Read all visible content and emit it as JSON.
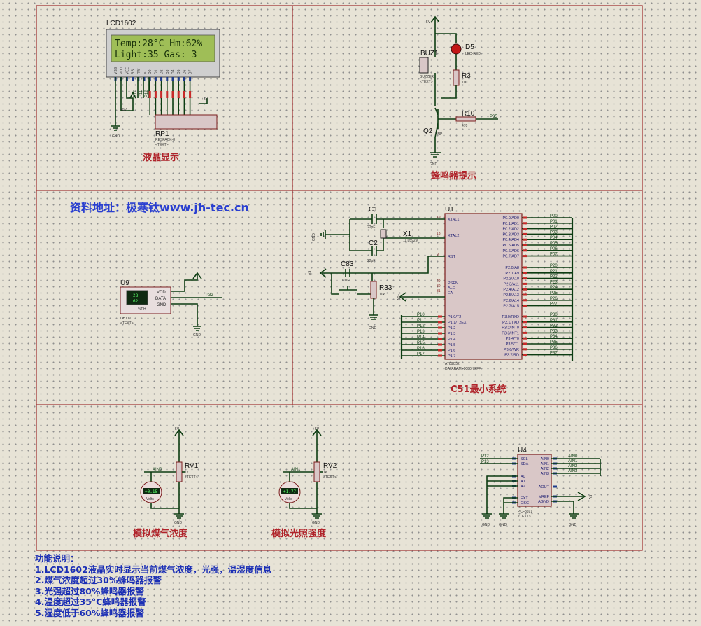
{
  "sections": {
    "lcd": "液晶显示",
    "buzzer": "蜂鸣器提示",
    "mcu": "C51最小系统",
    "gas": "模拟煤气浓度",
    "light": "模拟光照强度"
  },
  "url_text": "资料地址：极寒钛www.jh-tec.cn",
  "lcd": {
    "ref": "LCD1602",
    "line1": "Temp:28°C Hm:62%",
    "line2": "Light:35  Gas: 3",
    "pins": [
      "VSS",
      "VDD",
      "VEE",
      "RS",
      "RW",
      "E",
      "D0",
      "D1",
      "D2",
      "D3",
      "D4",
      "D5",
      "D6",
      "D7"
    ]
  },
  "rp1": {
    "ref": "RP1",
    "value": "RESPACK-8",
    "text": "<TEXT>"
  },
  "lcd_nets": {
    "p10": "P10",
    "p11": "P11",
    "p12": "P12"
  },
  "buzzer": {
    "vcc": "+5V",
    "buz_ref": "BUZ1",
    "buz_val": "BUZZER",
    "buz_text": "<TEXT>",
    "led_ref": "D5",
    "led_val": "LED-RED",
    "r3_ref": "R3",
    "r3_val": "100",
    "r10_ref": "R10",
    "r10_val": "470",
    "q_ref": "Q2",
    "q_val": "PNP",
    "net": "P35",
    "gnd": "GND"
  },
  "dht": {
    "ref": "U9",
    "value": "DHT11",
    "text": "<TEXT>",
    "temp": "28",
    "hum": "62",
    "rh": "%RH",
    "pins": [
      "VDD",
      "DATA",
      "GND"
    ],
    "net": "P32",
    "gnd": "GND"
  },
  "mcu": {
    "ref": "U1",
    "part": "AT89C52",
    "dataram": "DATARAM=0000-7FFF",
    "c1": "C1",
    "c1v": "22pF",
    "c2": "C2",
    "c2v": "22pF",
    "x1": "X1",
    "x1v": "11.0592M",
    "c83": "C83",
    "c83v": "10uF",
    "r33": "R33",
    "r33v": "10k",
    "gnd": "GND",
    "vcc": "+5V",
    "left_pins": [
      "XTAL1",
      "XTAL2",
      "RST",
      "PSEN",
      "ALE",
      "EA"
    ],
    "left_pin_nums": [
      "19",
      "18",
      "9",
      "29",
      "30",
      "31"
    ],
    "p1_pins": [
      "P1.0/T2",
      "P1.1/T2EX",
      "P1.2",
      "P1.3",
      "P1.4",
      "P1.5",
      "P1.6",
      "P1.7"
    ],
    "p1_nets": [
      "P10",
      "P11",
      "P12",
      "P13",
      "P14",
      "P15",
      "P16",
      "P17"
    ],
    "p0_pins": [
      "P0.0/AD0",
      "P0.1/AD1",
      "P0.2/AD2",
      "P0.3/AD3",
      "P0.4/AD4",
      "P0.5/AD5",
      "P0.6/AD6",
      "P0.7/AD7"
    ],
    "p0_nets": [
      "P00",
      "P01",
      "P02",
      "P03",
      "P04",
      "P05",
      "P06",
      "P07"
    ],
    "p2_pins": [
      "P2.0/A8",
      "P2.1/A9",
      "P2.2/A10",
      "P2.3/A11",
      "P2.4/A12",
      "P2.5/A13",
      "P2.6/A14",
      "P2.7/A15"
    ],
    "p2_nets": [
      "P20",
      "P21",
      "P22",
      "P23",
      "P24",
      "P25",
      "P26",
      "P27"
    ],
    "p3_pins": [
      "P3.0/RXD",
      "P3.1/TXD",
      "P3.2/INT0",
      "P3.3/INT1",
      "P3.4/T0",
      "P3.5/T1",
      "P3.6/WR",
      "P3.7/RD"
    ],
    "p3_nets": [
      "P30",
      "P31",
      "P32",
      "P33",
      "P34",
      "P35",
      "P36",
      "P37"
    ]
  },
  "rv1": {
    "ref": "RV1",
    "value": "1k",
    "text": "<TEXT>",
    "net": "AIN0",
    "vcc": "+5V",
    "gnd": "GND",
    "meter": "+0.15",
    "unit": "Volts"
  },
  "rv2": {
    "ref": "RV2",
    "value": "1k",
    "text": "<TEXT>",
    "net": "AIN1",
    "vcc": "+5V",
    "gnd": "GND",
    "meter": "+1.77",
    "unit": "Volts"
  },
  "pcf": {
    "ref": "U4",
    "part": "PCF8591",
    "text": "<TEXT>",
    "left_pins": [
      "SCL",
      "SDA",
      "A0",
      "A1",
      "A2",
      "EXT",
      "OSC"
    ],
    "right_pins": [
      "AIN0",
      "AIN1",
      "AIN2",
      "AIN3",
      "AOUT",
      "VREF",
      "AGND"
    ],
    "nets_left": [
      "P12",
      "P13"
    ],
    "nets_right": [
      "AIN0",
      "AIN1",
      "AIN2",
      "AIN3"
    ],
    "vcc": "+5V",
    "gnd": "GND"
  },
  "notes": {
    "title": "功能说明：",
    "items": [
      "1.LCD1602液晶实时显示当前煤气浓度，光强，温湿度信息",
      "2.煤气浓度超过30%蜂鸣器报警",
      "3.光强超过80%蜂鸣器报警",
      "4.温度超过35°C蜂鸣器报警",
      "5.湿度低于60%蜂鸣器报警"
    ]
  },
  "colors": {
    "wire": "#0d3c12",
    "frame": "#a33a3a",
    "title": "#b0232a",
    "note": "#1b2fb5",
    "lcd_bg": "#9fbe57"
  }
}
